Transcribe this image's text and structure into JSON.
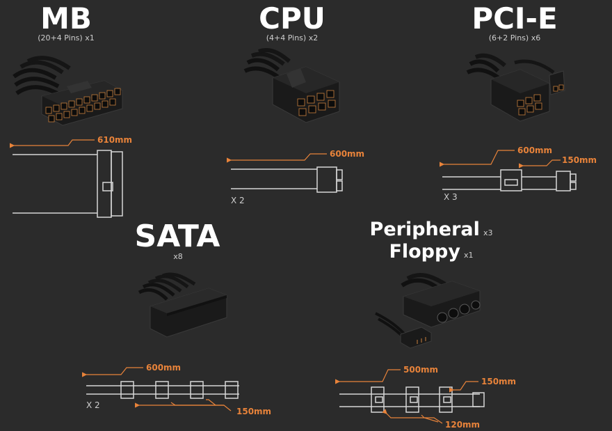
{
  "sections": {
    "mb": {
      "title": "MB",
      "subtitle": "(20+4 Pins) x1",
      "length": "610mm"
    },
    "cpu": {
      "title": "CPU",
      "subtitle": "(4+4 Pins) x2",
      "length": "600mm",
      "count": "X 2"
    },
    "pcie": {
      "title": "PCI-E",
      "subtitle": "(6+2 Pins) x6",
      "length_main": "600mm",
      "length_ext": "150mm",
      "count": "X 3"
    },
    "sata": {
      "title": "SATA",
      "subtitle": "x8",
      "length_main": "600mm",
      "length_ext": "150mm",
      "count": "X 2"
    },
    "peripheral": {
      "title": "Peripheral",
      "title_qty": "x3",
      "title2": "Floppy",
      "title2_qty": "x1",
      "length_main": "500mm",
      "length_ext": "150mm",
      "length_between": "120mm"
    }
  },
  "colors": {
    "background": "#2b2b2b",
    "accent": "#e8833a",
    "line": "#d8d8d8",
    "connector": "#1a1a1a"
  }
}
